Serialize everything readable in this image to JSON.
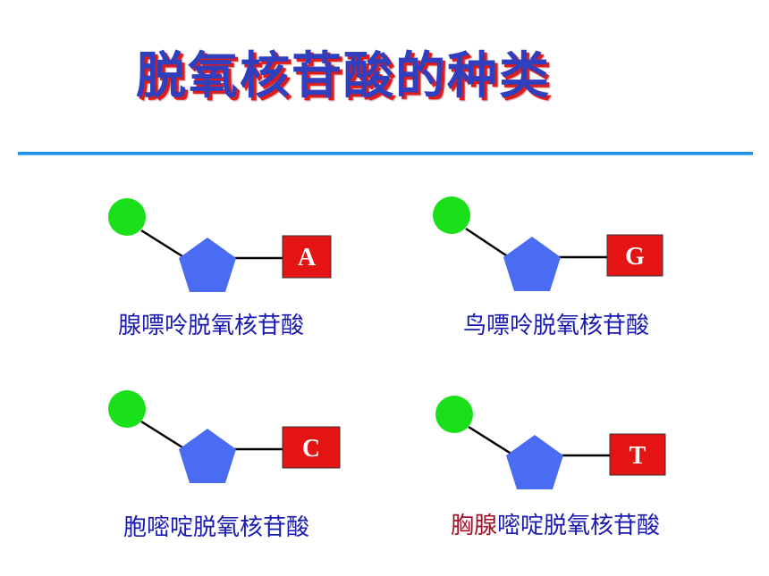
{
  "title": "脱氧核苷酸的种类",
  "colors": {
    "title": "#2f3fbd",
    "title_shadow": "#e11a1a",
    "divider": "#1f8fe8",
    "phosphate": "#19e019",
    "sugar": "#4a6cf2",
    "base_box": "#e51414",
    "caption": "#1a1ab0",
    "caption_accent": "#a0102a"
  },
  "nucleotides": [
    {
      "base_letter": "A",
      "caption": "腺嘌呤脱氧核苷酸"
    },
    {
      "base_letter": "G",
      "caption": "鸟嘌呤脱氧核苷酸"
    },
    {
      "base_letter": "C",
      "caption": "胞嘧啶脱氧核苷酸"
    },
    {
      "base_letter": "T",
      "caption_accent": "胸腺",
      "caption": "嘧啶脱氧核苷酸"
    }
  ]
}
